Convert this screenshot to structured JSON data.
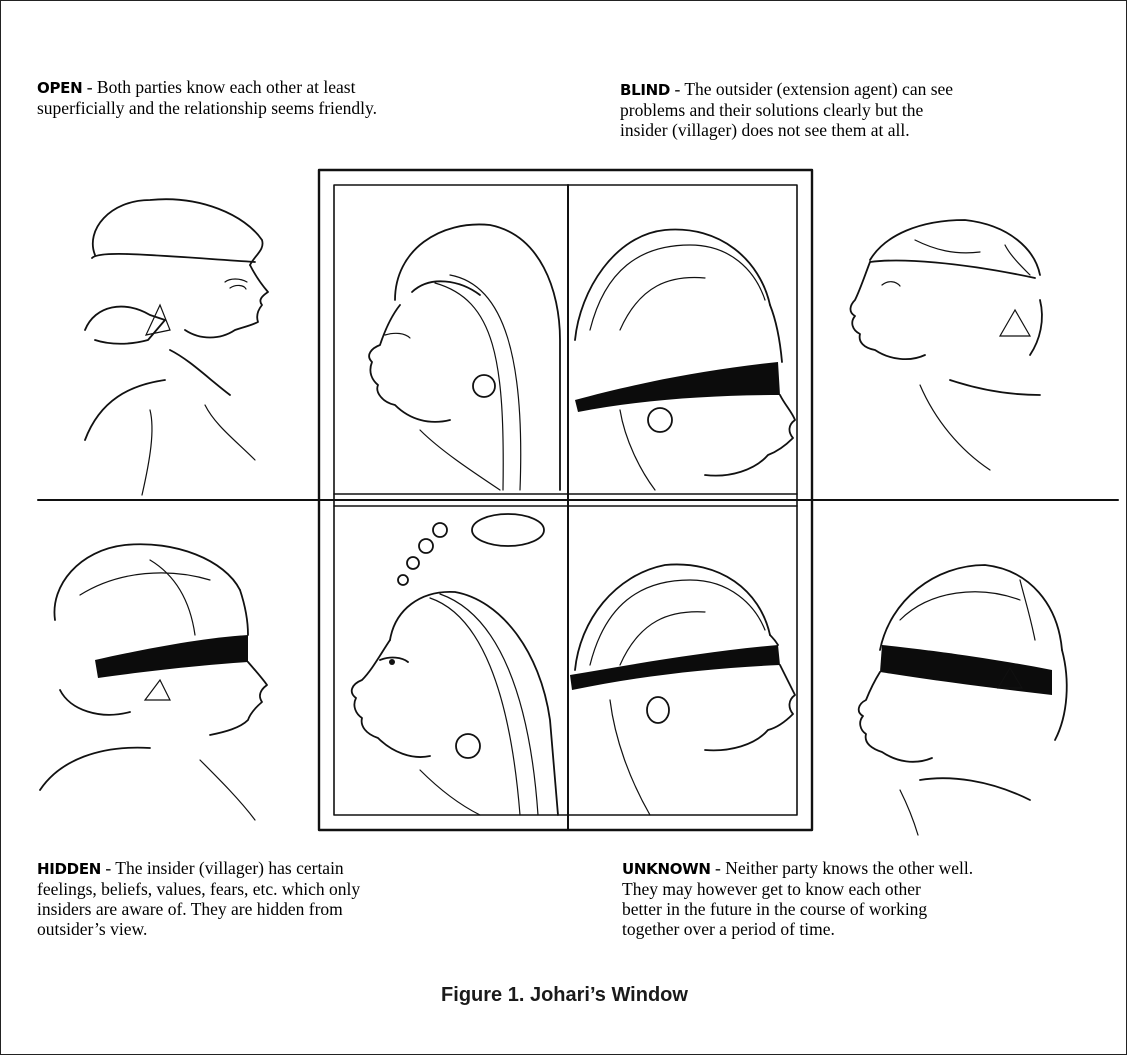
{
  "figure": {
    "title": "Figure 1. Johari’s Window"
  },
  "quadrants": {
    "open": {
      "term": "OPEN",
      "description": "- Both parties know each other at least\nsuperficially and the relationship seems friendly."
    },
    "blind": {
      "term": "BLIND",
      "description": "- The outsider (extension agent) can see\nproblems and their solutions clearly but the\ninsider (villager) does not see them at all."
    },
    "hidden": {
      "term": "HIDDEN",
      "description": "- The insider (villager) has certain\nfeelings, beliefs, values, fears, etc. which only\ninsiders are aware of. They are hidden from\noutsider’s view."
    },
    "unknown": {
      "term": "UNKNOWN",
      "description": "- Neither party knows the other well.\nThey may however get to know each other\nbetter in the future in the course of  working\ntogether over a period of time."
    }
  },
  "colors": {
    "ink": "#111111",
    "background": "#ffffff"
  }
}
